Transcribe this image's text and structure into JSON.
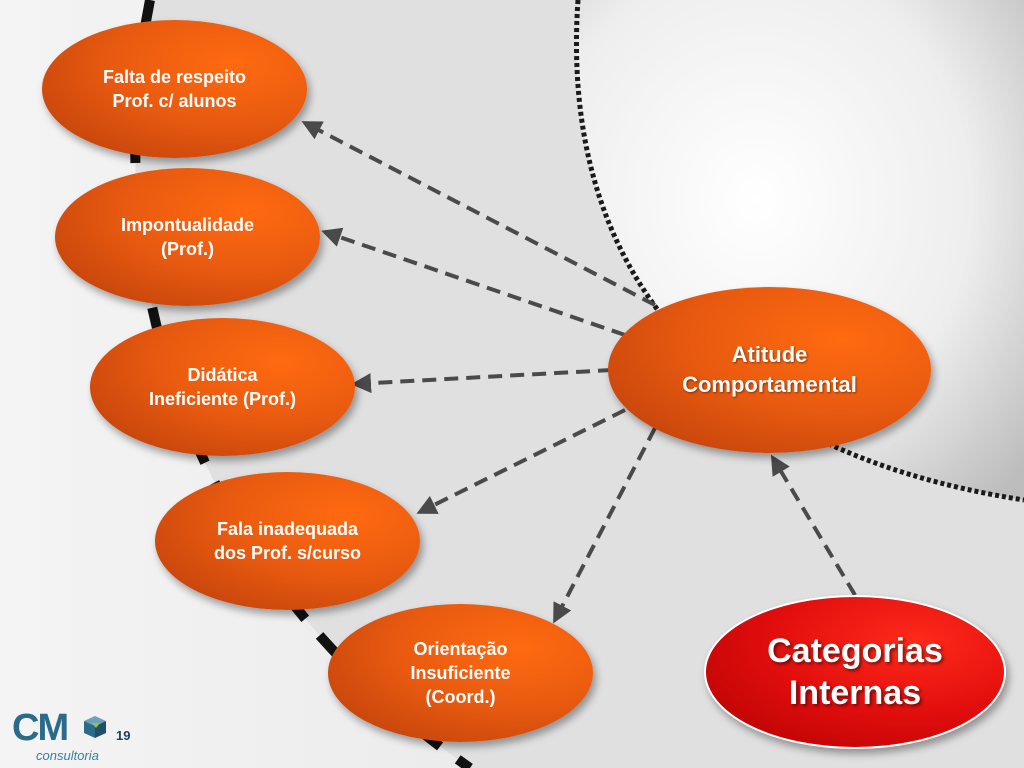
{
  "nodes": {
    "respeito": [
      "Falta de respeito",
      "Prof. c/ alunos"
    ],
    "impontualidade": [
      "Impontualidade",
      "(Prof.)"
    ],
    "didatica": [
      "Didática",
      "Ineficiente (Prof.)"
    ],
    "fala": [
      "Fala inadequada",
      "dos Prof. s/curso"
    ],
    "orientacao": [
      "Orientação",
      "Insuficiente",
      "(Coord.)"
    ],
    "center": [
      "Atitude",
      "Comportamental"
    ],
    "categorias": [
      "Categorias",
      "Internas"
    ]
  },
  "logo": {
    "mark": "CM",
    "subtitle": "consultoria",
    "icon": "cube-icon"
  },
  "page_number": "19",
  "colors": {
    "node_orange": "#e85a10",
    "node_red": "#e00d0d",
    "arrow": "#4a4a4a",
    "logo_blue": "#2a6b8c"
  }
}
